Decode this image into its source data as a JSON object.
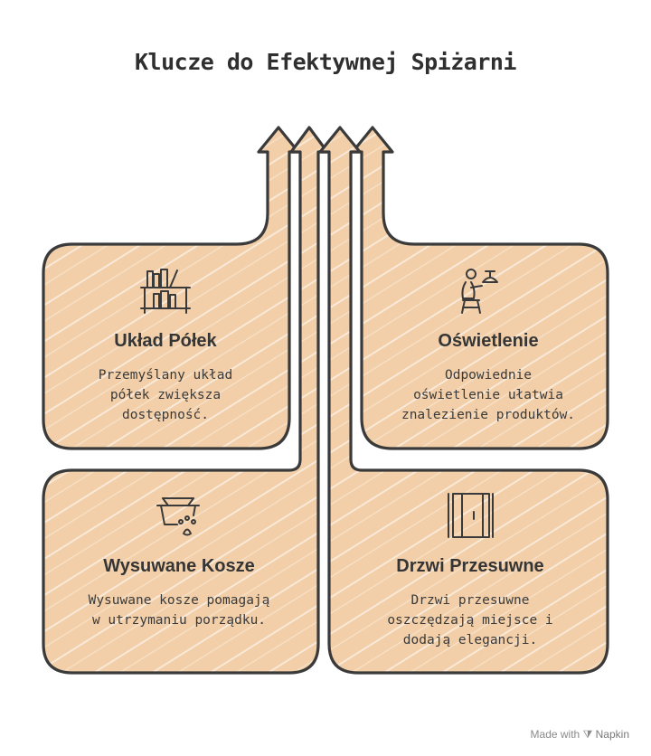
{
  "title": "Klucze do Efektywnej Spiżarni",
  "colors": {
    "fill": "#f2cfa8",
    "stroke": "#3a3a3a",
    "text": "#353535"
  },
  "cards": [
    {
      "title": "Układ Półek",
      "description": "Przemyślany układ\npółek zwiększa\ndostępność.",
      "icon": "bookshelf-icon"
    },
    {
      "title": "Oświetlenie",
      "description": "Odpowiednie\noświetlenie ułatwia\nznalezienie produktów.",
      "icon": "person-with-lamp-icon"
    },
    {
      "title": "Wysuwane Kosze",
      "description": "Wysuwane kosze pomagają\nw utrzymaniu porządku.",
      "icon": "pull-out-basket-icon"
    },
    {
      "title": "Drzwi Przesuwne",
      "description": "Drzwi przesuwne\noszczędzają miejsce i\ndodają elegancji.",
      "icon": "sliding-door-icon"
    }
  ],
  "credit": {
    "prefix": "Made with",
    "brand": "Napkin"
  }
}
